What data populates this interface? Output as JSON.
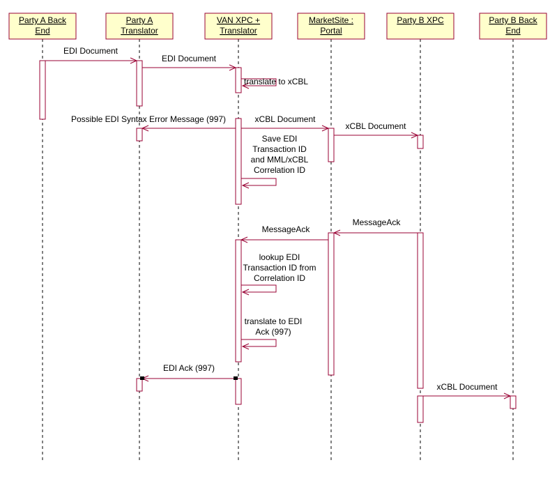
{
  "participants": [
    {
      "id": "a_backend",
      "lines": [
        "Party A Back",
        "End"
      ]
    },
    {
      "id": "a_translator",
      "lines": [
        "Party A",
        "Translator"
      ]
    },
    {
      "id": "van",
      "lines": [
        "VAN XPC +",
        "Translator"
      ]
    },
    {
      "id": "marketsite",
      "lines": [
        "MarketSite :",
        "Portal"
      ]
    },
    {
      "id": "b_xpc",
      "lines": [
        "Party B XPC"
      ]
    },
    {
      "id": "b_backend",
      "lines": [
        "Party B Back",
        "End"
      ]
    }
  ],
  "messages": [
    {
      "from": "a_backend",
      "to": "a_translator",
      "lines": [
        "EDI Document"
      ]
    },
    {
      "from": "a_translator",
      "to": "van",
      "lines": [
        "EDI Document"
      ]
    },
    {
      "from": "van",
      "to": "van",
      "lines": [
        "translate to xCBL"
      ]
    },
    {
      "from": "van",
      "to": "a_translator",
      "lines": [
        "Possible EDI Syntax Error Message (997)"
      ]
    },
    {
      "from": "van",
      "to": "marketsite",
      "lines": [
        "xCBL Document"
      ]
    },
    {
      "from": "marketsite",
      "to": "b_xpc",
      "lines": [
        "xCBL Document"
      ]
    },
    {
      "from": "van",
      "to": "van",
      "lines": [
        "Save EDI",
        "Transaction ID",
        "and MML/xCBL",
        "Correlation ID"
      ]
    },
    {
      "from": "b_xpc",
      "to": "marketsite",
      "lines": [
        "MessageAck"
      ]
    },
    {
      "from": "marketsite",
      "to": "van",
      "lines": [
        "MessageAck"
      ]
    },
    {
      "from": "van",
      "to": "van",
      "lines": [
        "lookup EDI",
        "Transaction ID from",
        "Correlation ID"
      ]
    },
    {
      "from": "van",
      "to": "van",
      "lines": [
        "translate to EDI",
        "Ack (997)"
      ]
    },
    {
      "from": "van",
      "to": "a_translator",
      "lines": [
        "EDI Ack (997)"
      ]
    },
    {
      "from": "b_xpc",
      "to": "b_backend",
      "lines": [
        "xCBL Document"
      ]
    }
  ],
  "colors": {
    "box_fill": "#ffffcc",
    "stroke": "#990033",
    "lifeline": "#000000"
  }
}
